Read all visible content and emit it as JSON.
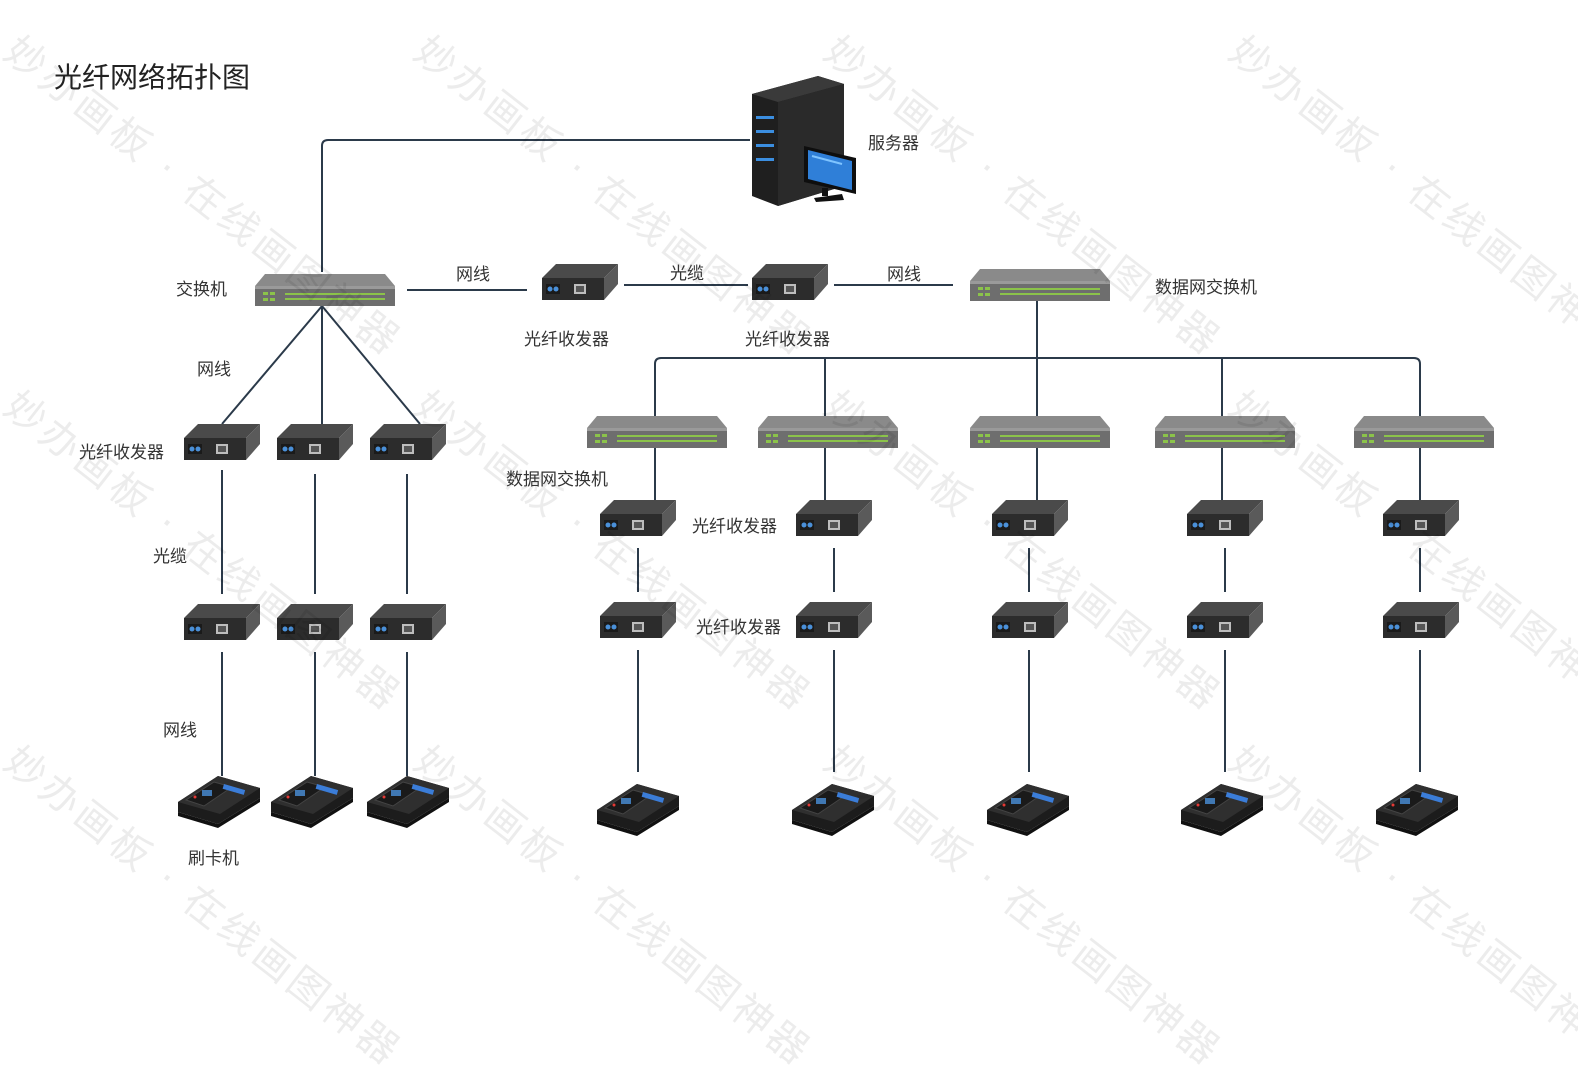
{
  "diagram": {
    "title": "光纤网络拓扑图",
    "watermark": "妙办画板 · 在线画图神器",
    "labels": {
      "server": "服务器",
      "switch": "交换机",
      "data_switch": "数据网交换机",
      "data_switch_2": "数据网交换机",
      "transceiver_left": "光纤收发器",
      "transceiver_mid1": "光纤收发器",
      "transceiver_mid2": "光纤收发器",
      "transceiver_r1": "光纤收发器",
      "transceiver_r2": "光纤收发器",
      "cable_left": "网线",
      "cable_mid1": "网线",
      "cable_mid2": "网线",
      "cable_bottom": "网线",
      "fiber_left": "光缆",
      "fiber_mid": "光缆",
      "card_reader": "刷卡机"
    },
    "icons": [
      "server-tower-icon",
      "network-switch-icon",
      "fiber-transceiver-icon",
      "card-reader-icon"
    ],
    "colors": {
      "line": "#2b3a4a",
      "switch_body": "#7f7f7f",
      "switch_ports": "#8bc34a",
      "device_dark": "#3a3a3a"
    }
  }
}
